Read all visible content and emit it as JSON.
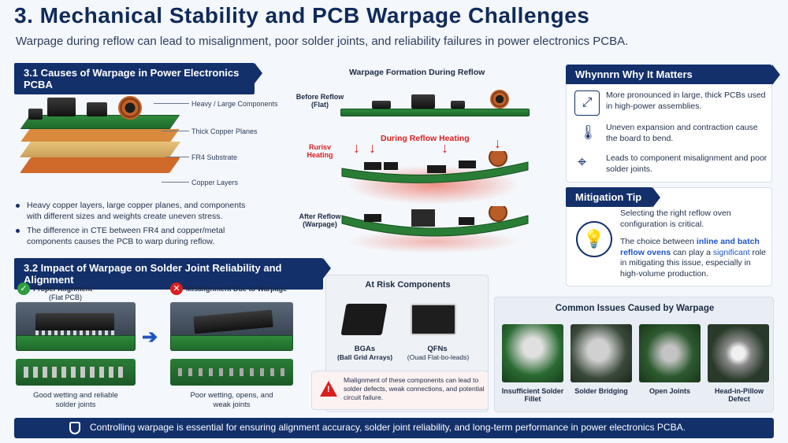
{
  "title": "3. Mechanical Stability and PCB Warpage Challenges",
  "subtitle": "Warpage during reflow can lead to misalignment, poor solder joints, and reliability failures in power electronics PCBA.",
  "section1": {
    "header": "3.1 Causes of Warpage in Power Electronics PCBA",
    "layers": [
      "Heavy / Large Components",
      "Thick Copper Planes",
      "FR4 Substrate",
      "Copper Layers"
    ],
    "bullets": [
      "Heavy copper layers, large copper planes, and components with different sizes and weights create uneven stress.",
      "The difference in CTE between FR4 and copper/metal components causes the PCB to warp during reflow."
    ]
  },
  "formation": {
    "title": "Warpage Formation During Reflow",
    "before_label": "Before Reflow (Flat)",
    "during_side": "Rurisv Heating",
    "during_label": "During Reflow Heating",
    "after_label": "After Reflow (Warpage)"
  },
  "why": {
    "header": "Whynnrn    Why It Matters",
    "items": [
      {
        "icon": "expand-arrows-icon",
        "text": "More pronounced in large, thick PCBs used in high-power assemblies."
      },
      {
        "icon": "thermometer-icon",
        "text": "Uneven expansion and contraction cause the board to bend."
      },
      {
        "icon": "crosshair-icon",
        "text": "Leads to component misalignment and poor solder joints."
      }
    ]
  },
  "mitigation": {
    "header": "Mitigation Tip",
    "p1": "Selecting the right reflow oven configuration is critical.",
    "p2_a": "The choice between ",
    "p2_b": "inline and batch reflow ovens",
    "p2_c": " can play a ",
    "p2_d": "significant",
    "p2_e": " role in mitigating this issue, especially in high-volume production."
  },
  "section2": {
    "header": "3.2 Impact of Warpage on Solder Joint Reliability and Alignment",
    "proper_title": "Proper Alignment",
    "proper_sub": "(Flat PCB)",
    "mis_title": "Misalignment Due to Warpage",
    "proper_caption": "Good wetting and reliable solder joints",
    "mis_caption": "Poor wetting, opens, and weak joints"
  },
  "at_risk": {
    "title": "At Risk Components",
    "bga_title": "BGAs",
    "bga_sub": "(Ball Grid Arrays)",
    "qfn_title": "QFNs",
    "qfn_sub": "(Ouad Flat-bo-leads)",
    "warning": "Mialignment of these components can lead to solder defects, weak connections, and potential circuit failure."
  },
  "issues": {
    "title": "Common Issues Caused by Warpage",
    "items": [
      "Insufficient Solder Fillet",
      "Solder Bridging",
      "Open Joints",
      "Head-in-Pillow Defect"
    ]
  },
  "footer": "Controlling warpage is essential for ensuring alignment accuracy, solder joint reliability, and long-term performance in power electronics PCBA."
}
